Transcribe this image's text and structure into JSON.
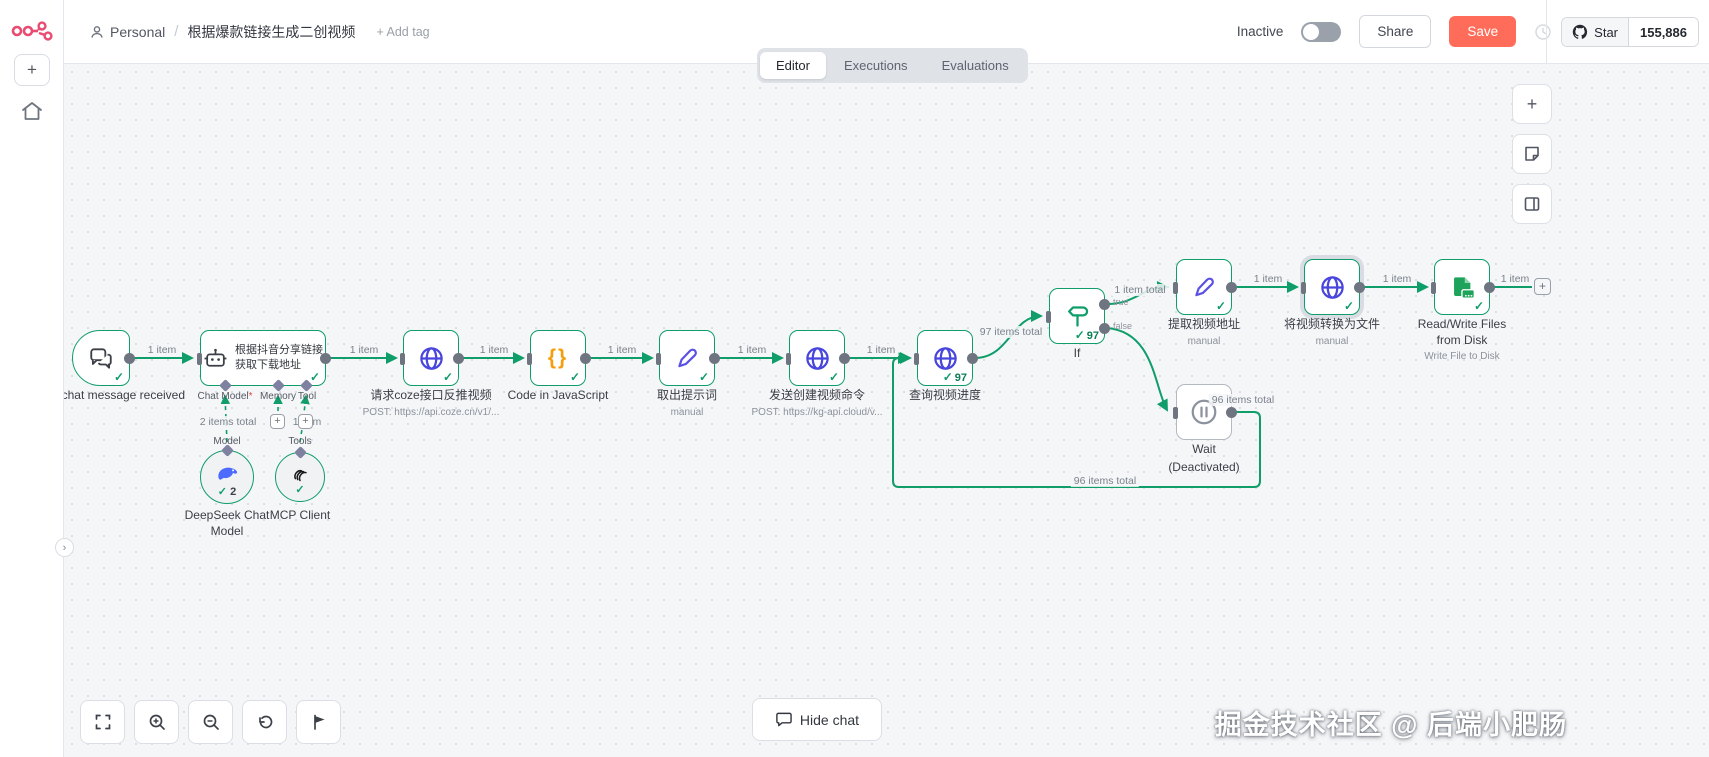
{
  "header": {
    "breadcrumb": {
      "project": "Personal",
      "separator": "/",
      "title": "根据爆款链接生成二创视频",
      "add_tag": "+ Add tag"
    },
    "status": {
      "label": "Inactive"
    },
    "buttons": {
      "share": "Share",
      "save": "Save",
      "more": "•••"
    },
    "github": {
      "star_label": "Star",
      "star_count": "155,886"
    }
  },
  "tabs": [
    {
      "label": "Editor",
      "active": true
    },
    {
      "label": "Executions",
      "active": false
    },
    {
      "label": "Evaluations",
      "active": false
    }
  ],
  "canvas": {
    "nodes": {
      "trigger": {
        "label": "When chat message received"
      },
      "agent": {
        "line1": "根据抖音分享链接",
        "line2": "获取下载地址",
        "check": "✓"
      },
      "coze": {
        "label": "请求coze接口反推视频",
        "sublabel": "POST: https://api.coze.cn/v1/...",
        "check": "✓"
      },
      "code": {
        "label": "Code in JavaScript",
        "icon_text": "{}",
        "check": "✓"
      },
      "prompt": {
        "label": "取出提示词",
        "sublabel": "manual",
        "check": "✓"
      },
      "send": {
        "label": "发送创建视频命令",
        "sublabel": "POST: https://kg-api.cloud/v...",
        "check": "✓"
      },
      "query": {
        "label": "查询视频进度",
        "check": "✓",
        "count": "97"
      },
      "if": {
        "label": "If",
        "check": "✓",
        "count": "97",
        "true_label": "true",
        "false_label": "false"
      },
      "extract": {
        "label": "提取视频地址",
        "sublabel": "manual",
        "check": "✓"
      },
      "convert": {
        "label": "将视频转换为文件",
        "sublabel": "manual",
        "check": "✓"
      },
      "rw": {
        "label": "Read/Write Files from Disk",
        "sublabel": "Write File to Disk",
        "check": "✓"
      },
      "wait": {
        "label": "Wait",
        "sublabel": "(Deactivated)"
      },
      "deepseek": {
        "label": "DeepSeek Chat Model",
        "check": "✓",
        "count": "2"
      },
      "mcp": {
        "label": "MCP Client",
        "check": "✓"
      }
    },
    "ports": {
      "chat_model": "Chat Model",
      "required_mark": "*",
      "memory": "Memory",
      "tool": "Tool",
      "model": "Model",
      "tools": "Tools"
    },
    "edge_labels": {
      "one_item": "1 item",
      "one_item_total": "1 item total",
      "items_97": "97 items total",
      "items_96": "96 items total",
      "items_2": "2 items total"
    }
  },
  "controls": {
    "hide_chat": "Hide chat"
  },
  "watermark": "掘金技术社区 @ 后端小肥肠",
  "colors": {
    "accent_green": "#0f9d6a",
    "save_orange": "#ff6d5a",
    "globe_blue": "#4946dd",
    "code_orange": "#f59e0b",
    "pen_purple": "#5a50e6",
    "deepseek_blue": "#4d6bfe"
  }
}
